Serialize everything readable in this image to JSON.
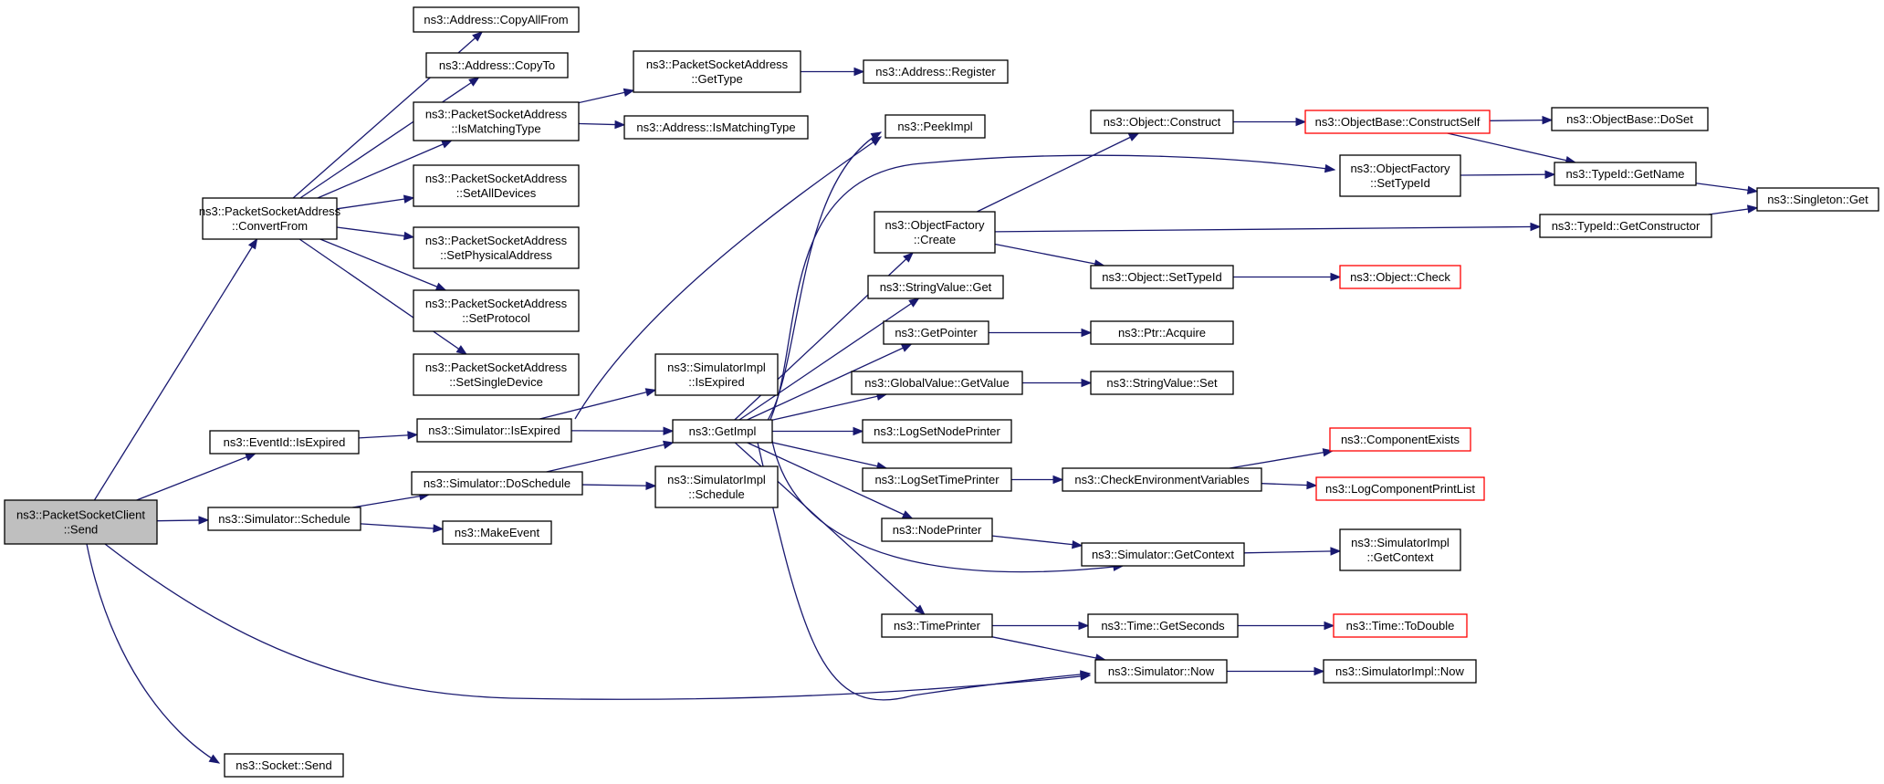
{
  "graph_title": "",
  "colors": {
    "edge": "#191970",
    "root_fill": "#bfbfbf",
    "incomplete_border": "#ff0000",
    "node_border": "#000000"
  },
  "nodes": [
    {
      "id": "send",
      "lines": [
        "ns3::PacketSocketClient",
        "::Send"
      ],
      "root": true
    },
    {
      "id": "convertFrom",
      "lines": [
        "ns3::PacketSocketAddress",
        "::ConvertFrom"
      ]
    },
    {
      "id": "eventIsExpired",
      "lines": [
        "ns3::EventId::IsExpired"
      ]
    },
    {
      "id": "schedule",
      "lines": [
        "ns3::Simulator::Schedule"
      ]
    },
    {
      "id": "socketSend",
      "lines": [
        "ns3::Socket::Send"
      ]
    },
    {
      "id": "copyAllFrom",
      "lines": [
        "ns3::Address::CopyAllFrom"
      ]
    },
    {
      "id": "copyTo",
      "lines": [
        "ns3::Address::CopyTo"
      ]
    },
    {
      "id": "psaIsMatching",
      "lines": [
        "ns3::PacketSocketAddress",
        "::IsMatchingType"
      ]
    },
    {
      "id": "setAllDevices",
      "lines": [
        "ns3::PacketSocketAddress",
        "::SetAllDevices"
      ]
    },
    {
      "id": "setPhysical",
      "lines": [
        "ns3::PacketSocketAddress",
        "::SetPhysicalAddress"
      ]
    },
    {
      "id": "setProtocol",
      "lines": [
        "ns3::PacketSocketAddress",
        "::SetProtocol"
      ]
    },
    {
      "id": "setSingle",
      "lines": [
        "ns3::PacketSocketAddress",
        "::SetSingleDevice"
      ]
    },
    {
      "id": "simIsExpired",
      "lines": [
        "ns3::Simulator::IsExpired"
      ]
    },
    {
      "id": "doSchedule",
      "lines": [
        "ns3::Simulator::DoSchedule"
      ]
    },
    {
      "id": "makeEvent",
      "lines": [
        "ns3::MakeEvent"
      ]
    },
    {
      "id": "psaGetType",
      "lines": [
        "ns3::PacketSocketAddress",
        "::GetType"
      ]
    },
    {
      "id": "addrIsMatching",
      "lines": [
        "ns3::Address::IsMatchingType"
      ]
    },
    {
      "id": "simImplIsExpired",
      "lines": [
        "ns3::SimulatorImpl",
        "::IsExpired"
      ]
    },
    {
      "id": "getImpl",
      "lines": [
        "ns3::GetImpl"
      ]
    },
    {
      "id": "simImplSchedule",
      "lines": [
        "ns3::SimulatorImpl",
        "::Schedule"
      ]
    },
    {
      "id": "addrRegister",
      "lines": [
        "ns3::Address::Register"
      ]
    },
    {
      "id": "peekImpl",
      "lines": [
        "ns3::PeekImpl"
      ]
    },
    {
      "id": "ofCreate",
      "lines": [
        "ns3::ObjectFactory",
        "::Create"
      ]
    },
    {
      "id": "stringValueGet",
      "lines": [
        "ns3::StringValue::Get"
      ]
    },
    {
      "id": "getPointer",
      "lines": [
        "ns3::GetPointer"
      ]
    },
    {
      "id": "globalGetValue",
      "lines": [
        "ns3::GlobalValue::GetValue"
      ]
    },
    {
      "id": "logSetNode",
      "lines": [
        "ns3::LogSetNodePrinter"
      ]
    },
    {
      "id": "logSetTime",
      "lines": [
        "ns3::LogSetTimePrinter"
      ]
    },
    {
      "id": "nodePrinter",
      "lines": [
        "ns3::NodePrinter"
      ]
    },
    {
      "id": "timePrinter",
      "lines": [
        "ns3::TimePrinter"
      ]
    },
    {
      "id": "objConstruct",
      "lines": [
        "ns3::Object::Construct"
      ]
    },
    {
      "id": "objSetTypeId",
      "lines": [
        "ns3::Object::SetTypeId"
      ]
    },
    {
      "id": "ptrAcquire",
      "lines": [
        "ns3::Ptr::Acquire"
      ]
    },
    {
      "id": "stringValueSet",
      "lines": [
        "ns3::StringValue::Set"
      ]
    },
    {
      "id": "checkEnv",
      "lines": [
        "ns3::CheckEnvironmentVariables"
      ]
    },
    {
      "id": "getContext",
      "lines": [
        "ns3::Simulator::GetContext"
      ]
    },
    {
      "id": "getSeconds",
      "lines": [
        "ns3::Time::GetSeconds"
      ]
    },
    {
      "id": "simNow",
      "lines": [
        "ns3::Simulator::Now"
      ]
    },
    {
      "id": "constructSelf",
      "lines": [
        "ns3::ObjectBase::ConstructSelf"
      ],
      "red": true
    },
    {
      "id": "ofSetTypeId",
      "lines": [
        "ns3::ObjectFactory",
        "::SetTypeId"
      ]
    },
    {
      "id": "objCheck",
      "lines": [
        "ns3::Object::Check"
      ],
      "red": true
    },
    {
      "id": "componentExists",
      "lines": [
        "ns3::ComponentExists"
      ],
      "red": true
    },
    {
      "id": "logCompList",
      "lines": [
        "ns3::LogComponentPrintList"
      ],
      "red": true
    },
    {
      "id": "simImplGetContext",
      "lines": [
        "ns3::SimulatorImpl",
        "::GetContext"
      ]
    },
    {
      "id": "toDouble",
      "lines": [
        "ns3::Time::ToDouble"
      ],
      "red": true
    },
    {
      "id": "simImplNow",
      "lines": [
        "ns3::SimulatorImpl::Now"
      ]
    },
    {
      "id": "doSet",
      "lines": [
        "ns3::ObjectBase::DoSet"
      ]
    },
    {
      "id": "typeGetName",
      "lines": [
        "ns3::TypeId::GetName"
      ]
    },
    {
      "id": "typeGetCtor",
      "lines": [
        "ns3::TypeId::GetConstructor"
      ]
    },
    {
      "id": "singletonGet",
      "lines": [
        "ns3::Singleton::Get"
      ]
    }
  ],
  "edges": [
    [
      "send",
      "convertFrom"
    ],
    [
      "send",
      "eventIsExpired"
    ],
    [
      "send",
      "schedule"
    ],
    [
      "send",
      "socketSend"
    ],
    [
      "send",
      "simNow"
    ],
    [
      "convertFrom",
      "copyAllFrom"
    ],
    [
      "convertFrom",
      "copyTo"
    ],
    [
      "convertFrom",
      "psaIsMatching"
    ],
    [
      "convertFrom",
      "setAllDevices"
    ],
    [
      "convertFrom",
      "setPhysical"
    ],
    [
      "convertFrom",
      "setProtocol"
    ],
    [
      "convertFrom",
      "setSingle"
    ],
    [
      "eventIsExpired",
      "simIsExpired"
    ],
    [
      "schedule",
      "doSchedule"
    ],
    [
      "schedule",
      "makeEvent"
    ],
    [
      "psaIsMatching",
      "psaGetType"
    ],
    [
      "psaIsMatching",
      "addrIsMatching"
    ],
    [
      "psaGetType",
      "addrRegister"
    ],
    [
      "simIsExpired",
      "simImplIsExpired"
    ],
    [
      "simIsExpired",
      "getImpl"
    ],
    [
      "simIsExpired",
      "peekImpl"
    ],
    [
      "doSchedule",
      "getImpl"
    ],
    [
      "doSchedule",
      "simImplSchedule"
    ],
    [
      "getImpl",
      "peekImpl"
    ],
    [
      "getImpl",
      "ofCreate"
    ],
    [
      "getImpl",
      "ofSetTypeId"
    ],
    [
      "getImpl",
      "stringValueGet"
    ],
    [
      "getImpl",
      "getPointer"
    ],
    [
      "getImpl",
      "globalGetValue"
    ],
    [
      "getImpl",
      "logSetNode"
    ],
    [
      "getImpl",
      "logSetTime"
    ],
    [
      "getImpl",
      "nodePrinter"
    ],
    [
      "getImpl",
      "timePrinter"
    ],
    [
      "getImpl",
      "getContext"
    ],
    [
      "getImpl",
      "simNow"
    ],
    [
      "ofCreate",
      "objConstruct"
    ],
    [
      "ofCreate",
      "objSetTypeId"
    ],
    [
      "ofCreate",
      "typeGetCtor"
    ],
    [
      "getPointer",
      "ptrAcquire"
    ],
    [
      "globalGetValue",
      "stringValueSet"
    ],
    [
      "logSetTime",
      "checkEnv"
    ],
    [
      "nodePrinter",
      "getContext"
    ],
    [
      "timePrinter",
      "getSeconds"
    ],
    [
      "timePrinter",
      "simNow"
    ],
    [
      "objConstruct",
      "constructSelf"
    ],
    [
      "objSetTypeId",
      "objCheck"
    ],
    [
      "checkEnv",
      "componentExists"
    ],
    [
      "checkEnv",
      "logCompList"
    ],
    [
      "getContext",
      "simImplGetContext"
    ],
    [
      "getSeconds",
      "toDouble"
    ],
    [
      "simNow",
      "simImplNow"
    ],
    [
      "constructSelf",
      "doSet"
    ],
    [
      "constructSelf",
      "typeGetName"
    ],
    [
      "ofSetTypeId",
      "typeGetName"
    ],
    [
      "typeGetName",
      "singletonGet"
    ],
    [
      "typeGetCtor",
      "singletonGet"
    ]
  ]
}
